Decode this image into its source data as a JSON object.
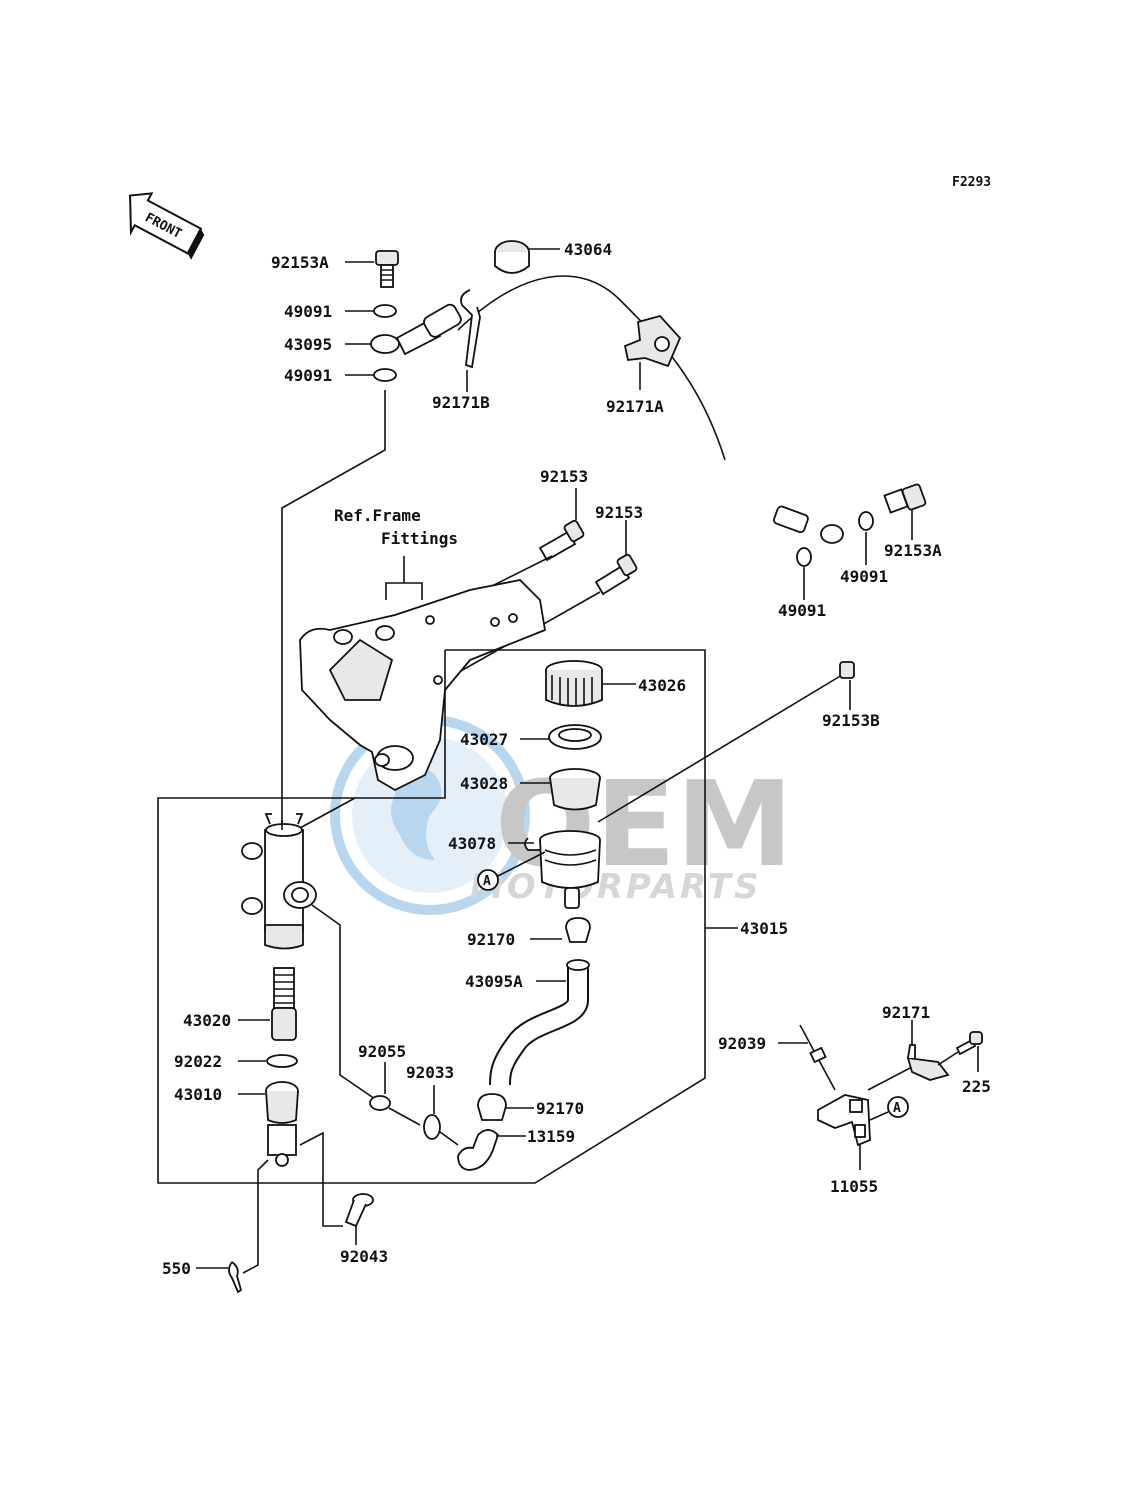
{
  "figure_code": "F2293",
  "front_arrow_label": "FRONT",
  "ref_note": {
    "line1": "Ref.Frame",
    "line2": "Fittings"
  },
  "watermark": {
    "brand_main": "OEM",
    "brand_sub": "MOTORPARTS"
  },
  "callout_marker": "A",
  "parts": {
    "p92153A_top": "92153A",
    "p49091_a": "49091",
    "p43095": "43095",
    "p49091_b": "49091",
    "p43064": "43064",
    "p92171B": "92171B",
    "p92171A": "92171A",
    "p92153_a": "92153",
    "p92153_b": "92153",
    "p92153A_right": "92153A",
    "p49091_c": "49091",
    "p49091_d": "49091",
    "p43026": "43026",
    "p92153B": "92153B",
    "p43027": "43027",
    "p43028": "43028",
    "p43078": "43078",
    "p43015": "43015",
    "p92170_a": "92170",
    "p43095A": "43095A",
    "p43020": "43020",
    "p92022": "92022",
    "p43010": "43010",
    "p92055": "92055",
    "p92033": "92033",
    "p92170_b": "92170",
    "p13159": "13159",
    "p92043": "92043",
    "p550": "550",
    "p92039": "92039",
    "p92171": "92171",
    "p225": "225",
    "p11055": "11055"
  }
}
